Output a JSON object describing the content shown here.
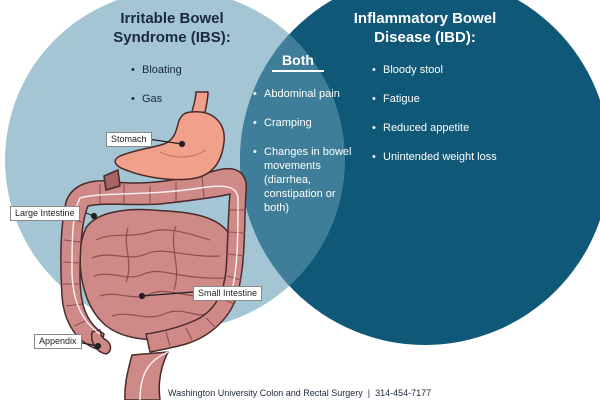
{
  "ibs": {
    "title_line1": "Irritable Bowel",
    "title_line2": "Syndrome (IBS):",
    "symptoms": [
      "Bloating",
      "Gas"
    ]
  },
  "ibd": {
    "title_line1": "Inflammatory Bowel",
    "title_line2": "Disease (IBD):",
    "symptoms": [
      "Bloody stool",
      "Fatigue",
      "Reduced appetite",
      "Unintended weight loss"
    ]
  },
  "both": {
    "title": "Both",
    "symptoms": [
      "Abdominal pain",
      "Cramping",
      "Changes in bowel movements (diarrhea, constipation or both)"
    ]
  },
  "anatomy_labels": {
    "stomach": "Stomach",
    "large_intestine": "Large Intestine",
    "small_intestine": "Small Intestine",
    "appendix": "Appendix"
  },
  "footer": {
    "org": "Washington University Colon and Rectal Surgery",
    "separator": "|",
    "phone": "314-454-7177"
  },
  "colors": {
    "ibs_circle": "#a4c5d3",
    "ibd_circle": "#0f5877",
    "overlap": "#3f7e98",
    "stomach": "#f1a08c",
    "intestine": "#cf8a88",
    "intestine_dark": "#a86464"
  }
}
